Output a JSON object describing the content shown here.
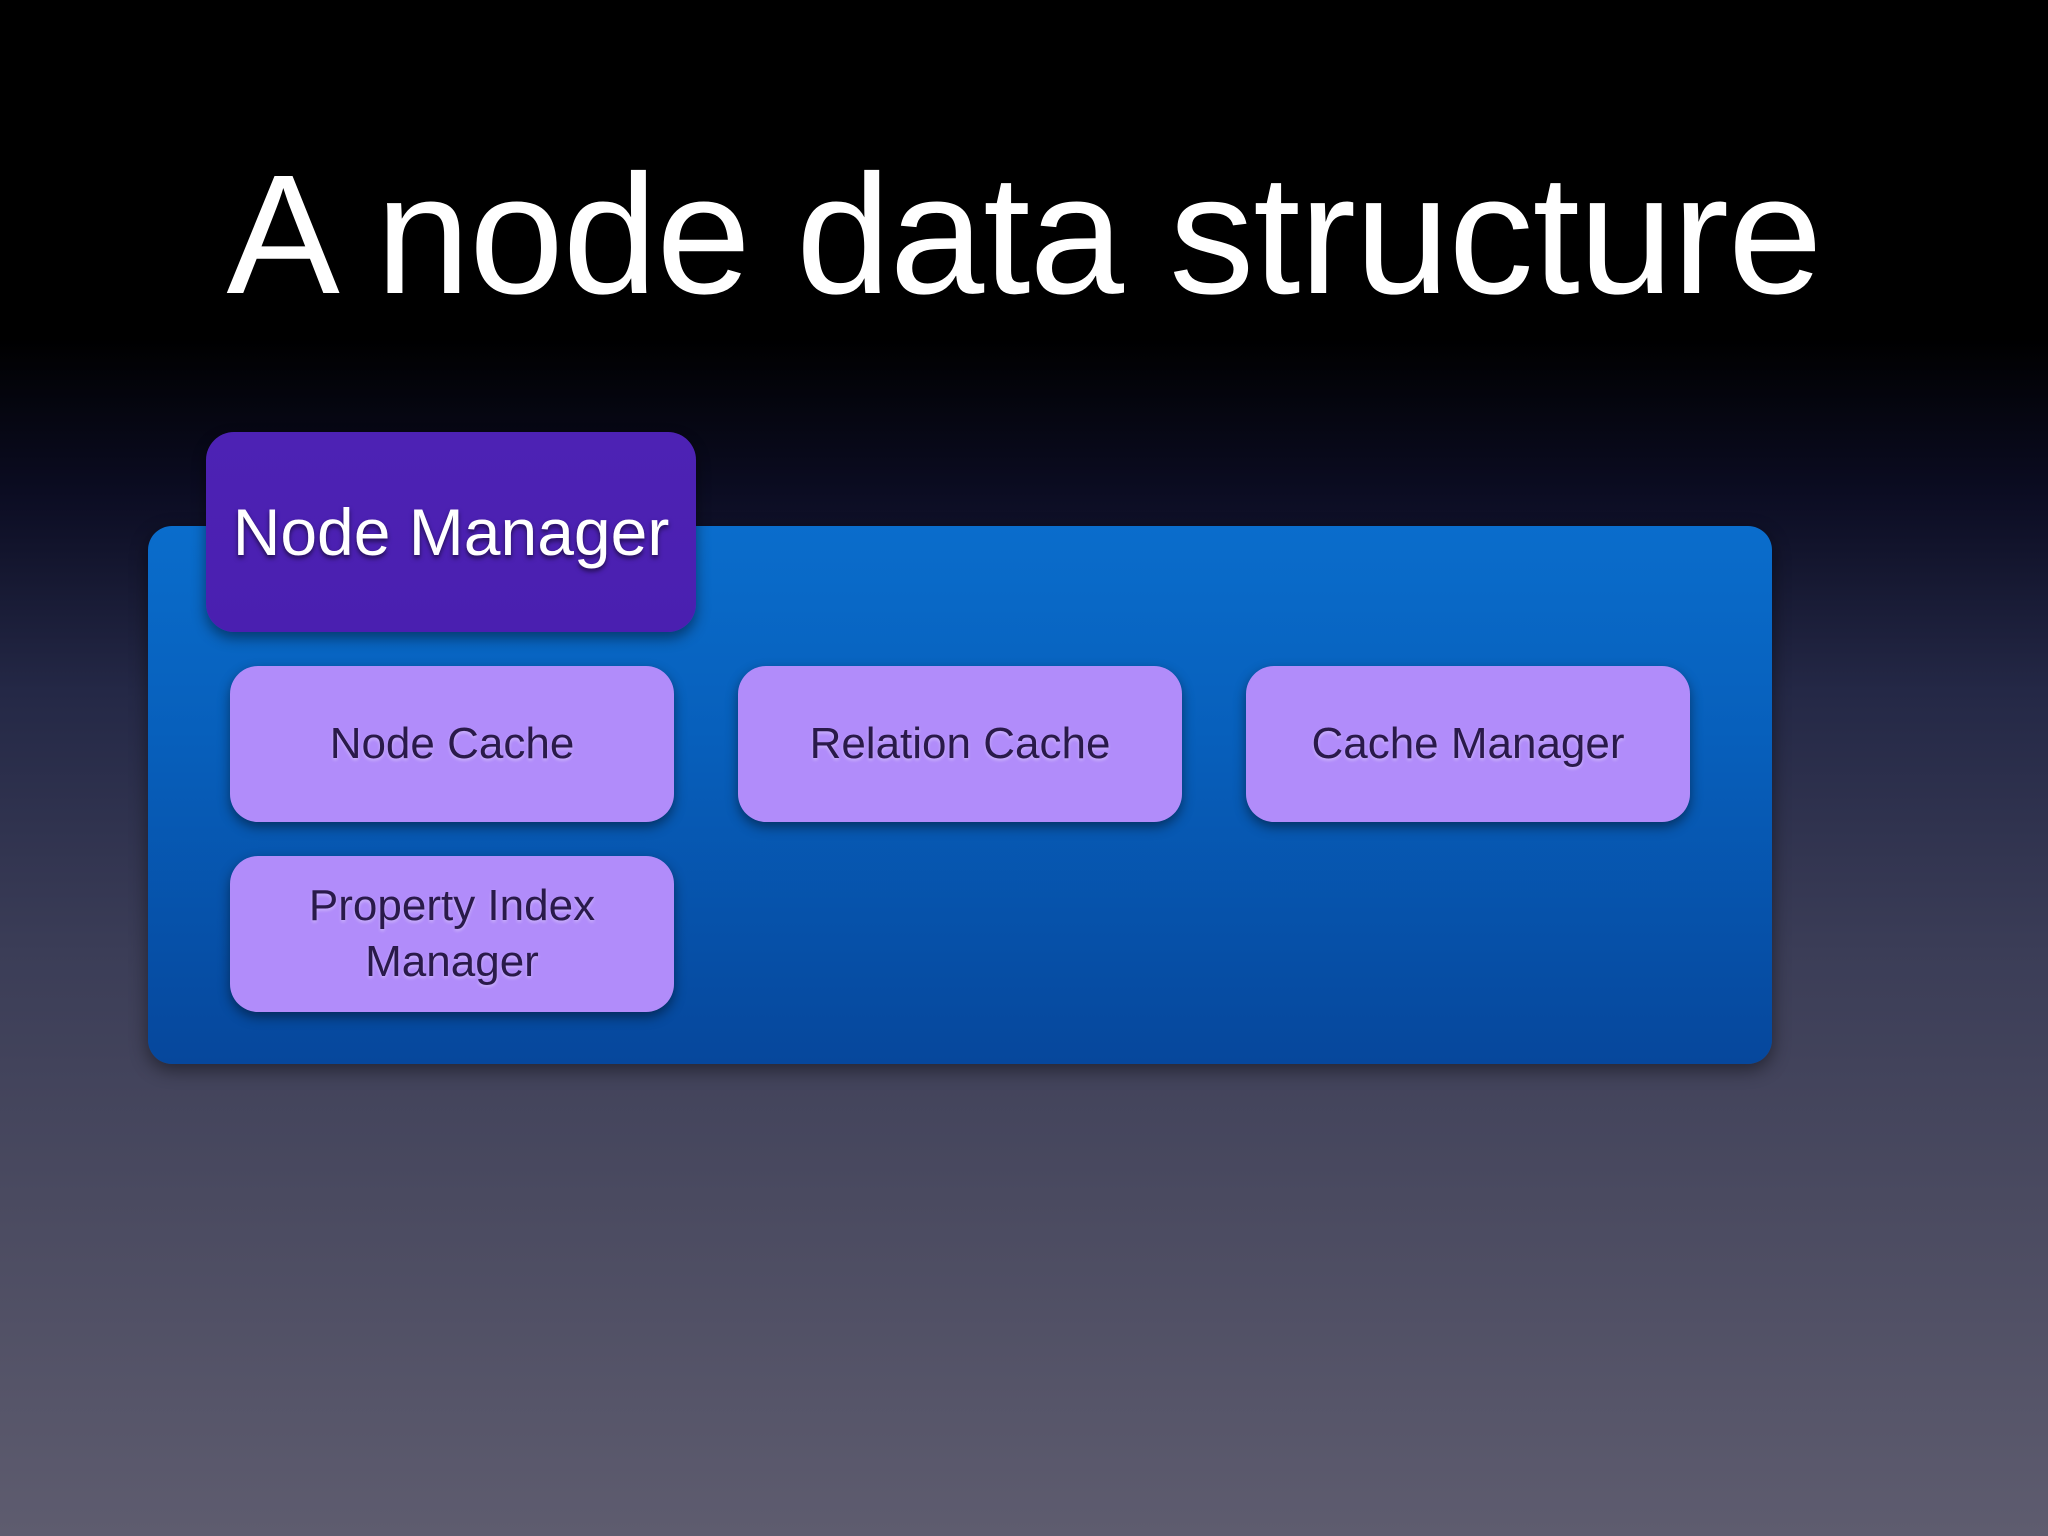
{
  "slide": {
    "title": "A node data structure"
  },
  "diagram": {
    "container_label": "Node Manager",
    "components": [
      {
        "label": "Node Cache"
      },
      {
        "label": "Relation Cache"
      },
      {
        "label": "Cache Manager"
      },
      {
        "label": "Property Index Manager"
      }
    ]
  },
  "colors": {
    "container": "#0a6dcc",
    "header": "#4d22b4",
    "component": "#b18cfa",
    "title_text": "#ffffff"
  }
}
